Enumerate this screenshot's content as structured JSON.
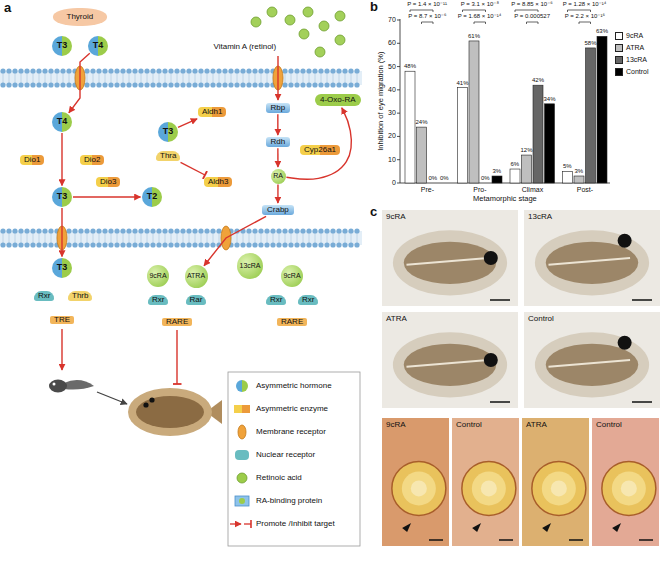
{
  "diagram": {
    "nodes": [
      {
        "text": [
          "Thyroid"
        ]
      },
      {
        "text": [
          "T3"
        ]
      },
      {
        "text": [
          "T4"
        ]
      },
      {
        "text": [
          "T4"
        ]
      },
      {
        "text": [
          "Dio1"
        ]
      },
      {
        "text": [
          "Dio2"
        ]
      },
      {
        "text": [
          "T3"
        ]
      },
      {
        "text": [
          "Dio3"
        ]
      },
      {
        "text": [
          "T2"
        ]
      },
      {
        "text": [
          "T3"
        ]
      },
      {
        "text": [
          "Thra"
        ]
      },
      {
        "text": [
          "Aldh1"
        ]
      },
      {
        "text": [
          "Aldh3"
        ]
      },
      {
        "text": [
          "Rbp"
        ]
      },
      {
        "text": [
          "Rdh"
        ]
      },
      {
        "text": [
          "RA"
        ]
      },
      {
        "text": [
          "Crabp"
        ]
      },
      {
        "text": [
          "Cyp26a1"
        ]
      },
      {
        "text": [
          "4-Oxo-RA"
        ]
      },
      {
        "text": [
          "T3"
        ]
      },
      {
        "text": [
          "Rxr"
        ]
      },
      {
        "text": [
          "Thrb"
        ]
      },
      {
        "text": [
          "TRE"
        ]
      },
      {
        "text": [
          "9cRA"
        ]
      },
      {
        "text": [
          "ATRA"
        ]
      },
      {
        "text": [
          "13cRA"
        ]
      },
      {
        "text": [
          "Rxr"
        ]
      },
      {
        "text": [
          "Rar"
        ]
      },
      {
        "text": [
          "RARE"
        ]
      },
      {
        "text": [
          "9cRA"
        ]
      },
      {
        "text": [
          "Rxr"
        ]
      },
      {
        "text": [
          "Rxr"
        ]
      },
      {
        "text": [
          "RARE"
        ]
      }
    ],
    "edges": [
      {
        "from": 2,
        "to": 3,
        "arrow": "to"
      },
      {
        "from": 3,
        "to": 6,
        "arrow": "to"
      },
      {
        "from": 6,
        "to": 8,
        "arrow": "to"
      },
      {
        "from": 9,
        "to": 11,
        "arrow": "to"
      },
      {
        "from": 10,
        "to": 12,
        "arrow": "to"
      },
      {
        "from": 13,
        "to": 14,
        "arrow": "to"
      },
      {
        "from": 14,
        "to": 15,
        "arrow": "to"
      },
      {
        "from": 15,
        "to": 16,
        "arrow": "to"
      },
      {
        "from": 15,
        "to": 18,
        "arrow": "to"
      },
      {
        "from": 6,
        "to": 19,
        "arrow": "to"
      },
      {
        "from": 16,
        "to": 24,
        "arrow": "to"
      }
    ],
    "labels": [
      "a",
      "Vitamin A (retinol)",
      "b",
      "P = 1.4 × 10⁻¹¹",
      "P = 8.7 × 10⁻⁶",
      "P = 3.1 × 10⁻⁸",
      "P = 1.68 × 10⁻¹⁴",
      "P = 8.85 × 10⁻⁶",
      "P = 0.000527",
      "P = 1.28 × 10⁻¹⁴",
      "P = 2.2 × 10⁻¹⁶",
      "48%",
      "24%",
      "0%",
      "0%",
      "41%",
      "61%",
      "0%",
      "3%",
      "6%",
      "12%",
      "42%",
      "34%",
      "5%",
      "3%",
      "58%",
      "63%",
      "Inhibition of eye migration (%)",
      "0",
      "10",
      "20",
      "30",
      "40",
      "50",
      "60",
      "70",
      "Pre-",
      "Pro-",
      "Climax",
      "Post-",
      "Metamorphic stage",
      "c",
      "9cRA",
      "13cRA",
      "ATRA",
      "Control",
      "9cRA",
      "Control",
      "ATRA",
      "Control"
    ],
    "legend": [
      {
        "text": "Asymmetric hormone"
      },
      {
        "text": "Asymmetric enzyme"
      },
      {
        "text": "Membrane receptor"
      },
      {
        "text": "Nuclear receptor"
      },
      {
        "text": "Retinoic acid"
      },
      {
        "text": "RA-binding protein"
      },
      {
        "text": "Promote /Inhibit target"
      },
      {
        "text": "9cRA",
        "color": "#ffffff"
      },
      {
        "text": "ATRA",
        "color": "#bfbfbf"
      },
      {
        "text": "13cRA",
        "color": "#666666"
      },
      {
        "text": "Control",
        "color": "#000000"
      }
    ]
  }
}
